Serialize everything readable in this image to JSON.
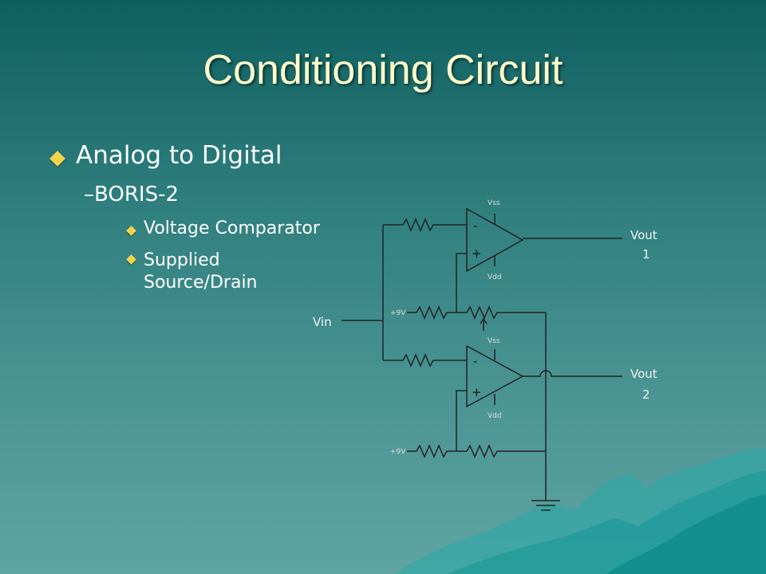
{
  "slide": {
    "title": "Conditioning Circuit",
    "bullets": {
      "level1": "Analog to Digital",
      "level2": "–BORIS-2",
      "level3a": "Voltage Comparator",
      "level3b_line1": "Supplied",
      "level3b_line2": "Source/Drain"
    }
  },
  "circuit": {
    "vin": "Vin",
    "vout1_a": "Vout",
    "vout1_b": "1",
    "vout2_a": "Vout",
    "vout2_b": "2",
    "vss1": "Vss",
    "vdd1": "Vdd",
    "vss2": "Vss",
    "vdd2": "Vdd",
    "supply1": "+9V",
    "supply2": "+9V",
    "minus": "-",
    "plus": "+"
  },
  "colors": {
    "title": "#ffffcc",
    "bullet_marker": "#f4d34a",
    "text": "#ffffff",
    "background_top": "#0e5f5f",
    "background_bottom": "#5ea4a2"
  }
}
